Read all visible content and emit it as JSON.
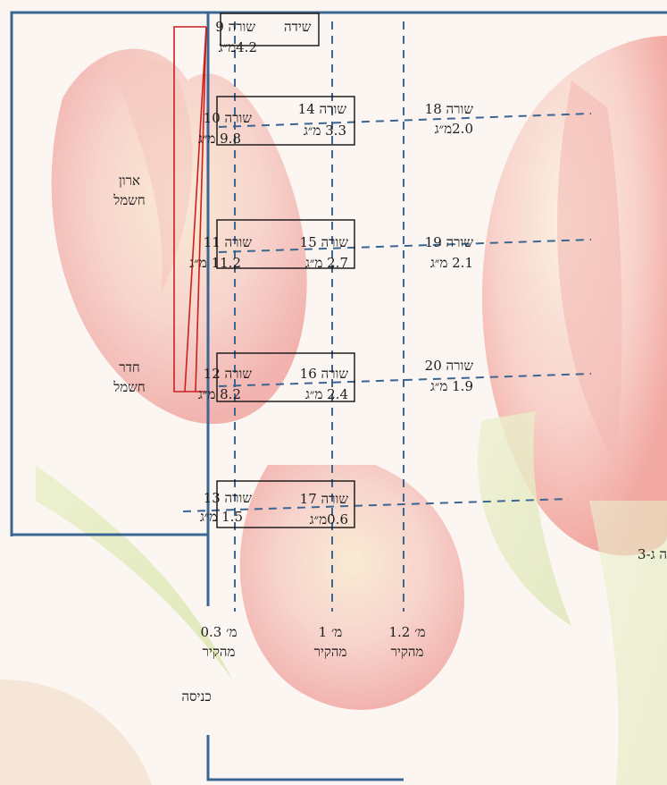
{
  "rows": [
    {
      "id": "row-9",
      "label": "שורה 9",
      "dose": "4.2מ״ג"
    },
    {
      "id": "row-10",
      "label": "שורה 10",
      "dose": "9.8 מ״ג"
    },
    {
      "id": "row-11",
      "label": "שורה 11",
      "dose": "11.2 מ״ג"
    },
    {
      "id": "row-12",
      "label": "שורה 12",
      "dose": "8.2 מ״ג"
    },
    {
      "id": "row-13",
      "label": "שורה 13",
      "dose": "1.5 מ״ג"
    },
    {
      "id": "row-14",
      "label": "שורה 14",
      "dose": "3.3 מ״ג"
    },
    {
      "id": "row-15",
      "label": "שורה 15",
      "dose": "2.7 מ״ג"
    },
    {
      "id": "row-16",
      "label": "שורה 16",
      "dose": "2.4 מ״ג"
    },
    {
      "id": "row-17",
      "label": "שורה 17",
      "dose": "0.6מ״ג"
    },
    {
      "id": "row-18",
      "label": "שורה 18",
      "dose": "2.0מ״ג"
    },
    {
      "id": "row-19",
      "label": "שורה 19",
      "dose": "2.1 מ״ג"
    },
    {
      "id": "row-20",
      "label": "שורה 20",
      "dose": "1.9 מ״ג"
    }
  ],
  "labels": {
    "shida": "שידה",
    "electric_cabinet": [
      "ארון",
      "חשמל"
    ],
    "electric_room": [
      "חדר",
      "חשמל"
    ],
    "room_g3": "ה ג-3",
    "entrance": "כניסה"
  },
  "distances": [
    {
      "value": "0.3 מ׳",
      "from_wall": "מהקיר"
    },
    {
      "value": "1 מ׳",
      "from_wall": "מהקיר"
    },
    {
      "value": "1.2 מ׳",
      "from_wall": "מהקיר"
    }
  ],
  "colors": {
    "wall": "#3b6593",
    "cabinet": "#cc1f1f",
    "box_border": "#111111",
    "text": "#1c1c1c"
  }
}
